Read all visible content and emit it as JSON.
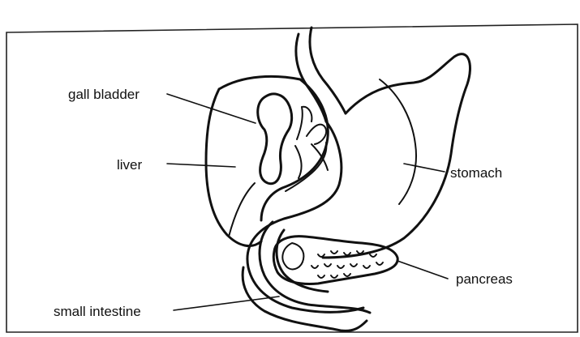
{
  "labels": {
    "gall_bladder": "gall bladder",
    "liver": "liver",
    "stomach": "stomach",
    "pancreas": "pancreas",
    "small_intestine": "small intestine"
  },
  "colors": {
    "ink": "#111111",
    "paper": "#ffffff"
  }
}
